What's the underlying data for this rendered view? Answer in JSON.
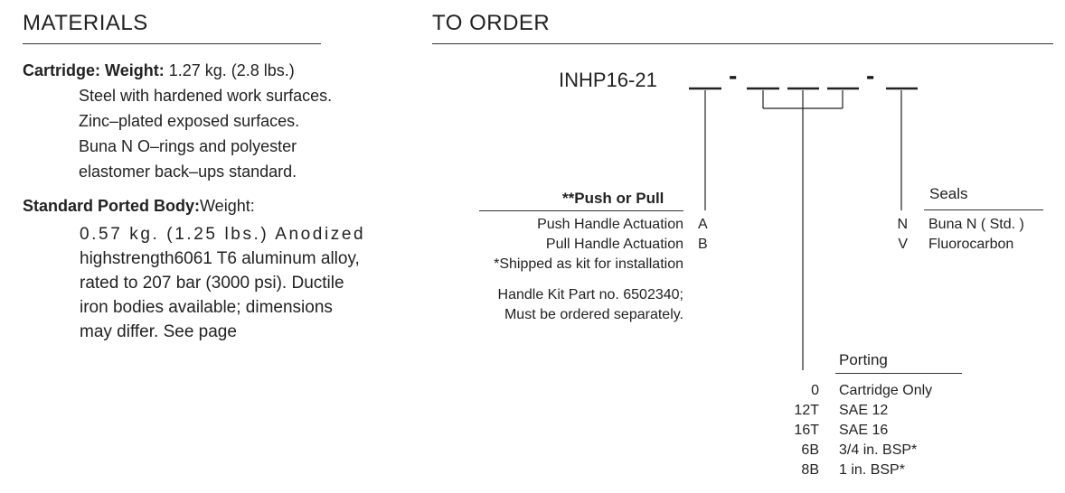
{
  "materials": {
    "heading": "MATERIALS",
    "cartridge_label": "Cartridge:",
    "cartridge_weight_label": "Weight:",
    "cartridge_weight_value": "1.27 kg. (2.8 lbs.)",
    "cartridge_lines": [
      "Steel with hardened work surfaces.",
      "Zinc–plated exposed surfaces.",
      "Buna N O–rings and polyester",
      "elastomer back–ups standard."
    ],
    "body_label": "Standard Ported Body:",
    "body_weight_label": "Weight:",
    "body_lines": [
      "0.57 kg. (1.25 lbs.) Anodized",
      "highstrength6061 T6 aluminum alloy,",
      "rated to 207 bar (3000 psi). Ductile",
      "iron bodies available; dimensions",
      "may differ. See page"
    ]
  },
  "to_order": {
    "heading": "TO ORDER",
    "model_code": "INHP16-21",
    "dash": "-",
    "push_pull": {
      "title": "**Push or Pull",
      "options": [
        {
          "label": "Push Handle Actuation",
          "code": "A"
        },
        {
          "label": "Pull Handle Actuation",
          "code": "B"
        }
      ],
      "note1": "*Shipped as kit for installation",
      "note2_line1": "Handle Kit Part no. 6502340;",
      "note2_line2": "Must be ordered separately."
    },
    "seals": {
      "title": "Seals",
      "options": [
        {
          "code": "N",
          "label": "Buna N ( Std. )"
        },
        {
          "code": "V",
          "label": "Fluorocarbon"
        }
      ]
    },
    "porting": {
      "title": "Porting",
      "options": [
        {
          "code": "0",
          "label": "Cartridge Only"
        },
        {
          "code": "12T",
          "label": "SAE 12"
        },
        {
          "code": "16T",
          "label": "SAE 16"
        },
        {
          "code": "6B",
          "label": "3/4 in. BSP*"
        },
        {
          "code": "8B",
          "label": "1 in. BSP*"
        }
      ]
    }
  }
}
